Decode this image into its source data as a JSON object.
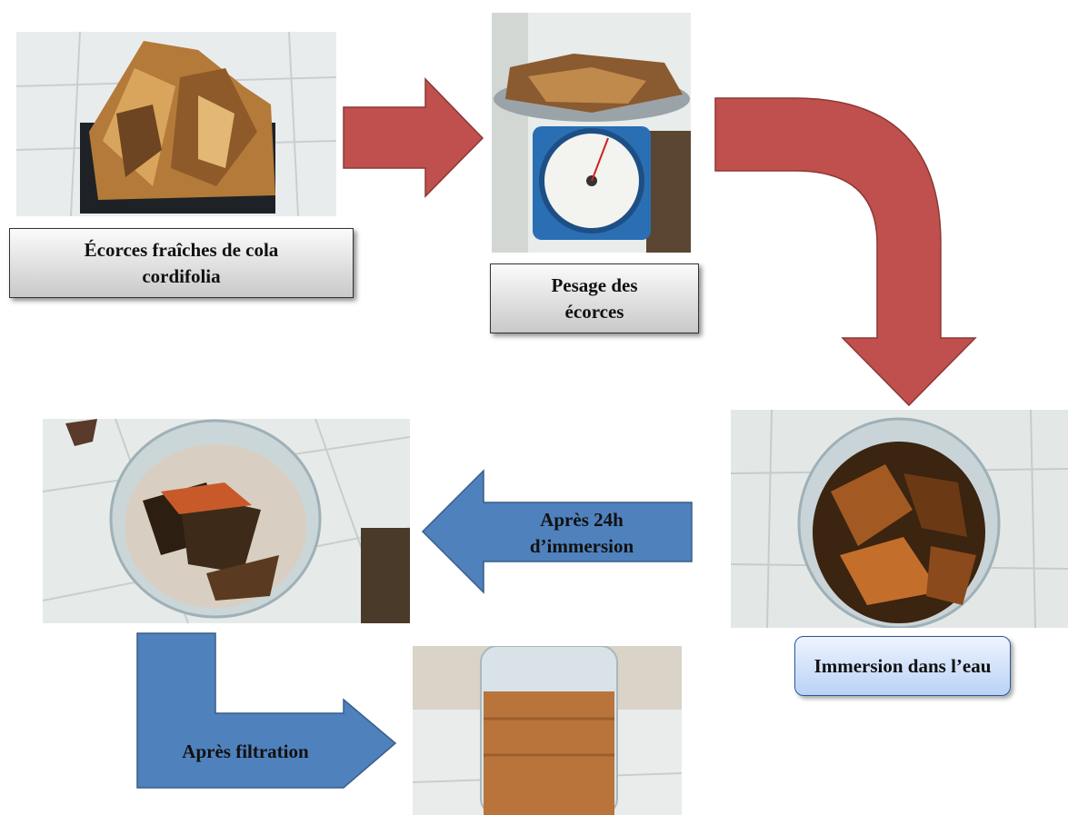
{
  "steps": {
    "fresh_bark": "Écorces fraîches de cola cordifolia",
    "weighing": "Pesage des écorces",
    "immersion": "Immersion dans l’eau"
  },
  "arrows": {
    "after_24h": "Après 24h d’immersion",
    "after_filtration": "Après filtration"
  },
  "colors": {
    "red_arrow": "#c0504d",
    "blue_arrow": "#4f81bd"
  }
}
